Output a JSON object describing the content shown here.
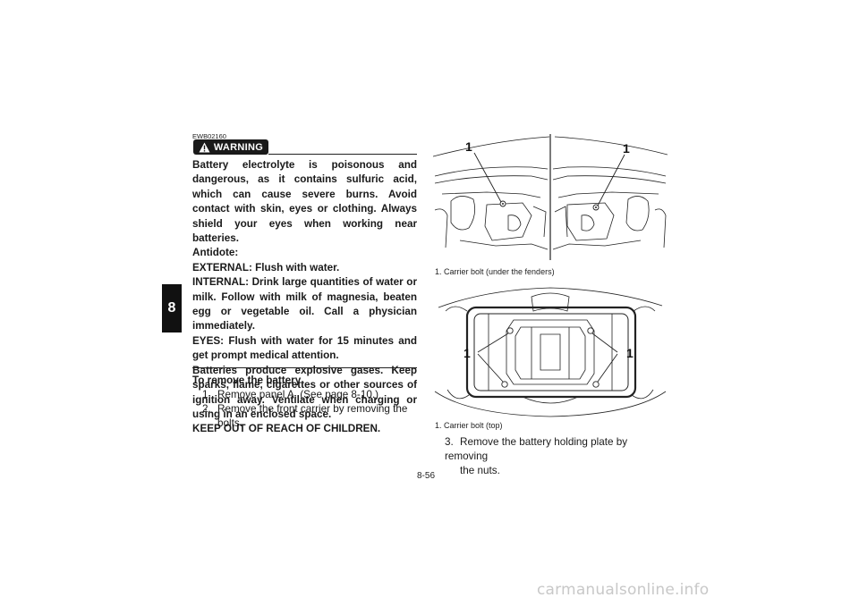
{
  "chapter": {
    "tab_label": "8"
  },
  "warning": {
    "code": "EWB02160",
    "badge_label": "WARNING",
    "paragraphs": [
      "Battery electrolyte is poisonous and dangerous, as it contains sulfuric acid, which can cause severe burns. Avoid contact with skin, eyes or clothing. Always shield your eyes when working near batteries.",
      "Antidote:",
      "EXTERNAL: Flush with water.",
      "INTERNAL: Drink large quantities of water or milk. Follow with milk of magnesia, beaten egg or vegetable oil. Call a physician immediately.",
      "EYES: Flush with water for 15 minutes and get prompt medical attention.",
      "Batteries produce explosive gases. Keep sparks, flame, cigarettes or other sources of ignition away. Ventilate when charging or using in an enclosed space.",
      "KEEP OUT OF REACH OF CHILDREN."
    ]
  },
  "procedure": {
    "heading": "To remove the battery",
    "steps": [
      {
        "num": "1.",
        "text": "Remove panel A. (See page 8-10.)"
      },
      {
        "num": "2.",
        "text_line1": "Remove the front carrier by removing the",
        "text_line2": "bolts."
      },
      {
        "num": "3.",
        "text_line1": "Remove the battery holding plate by removing",
        "text_line2": "the nuts."
      }
    ]
  },
  "figures": {
    "top": {
      "callout_left": "1",
      "callout_right": "1",
      "caption": "1.  Carrier bolt (under the fenders)"
    },
    "bottom": {
      "callout_left": "1",
      "callout_right": "1",
      "caption": "1.  Carrier bolt (top)"
    }
  },
  "page_number": "8-56",
  "watermark": "carmanualsonline.info"
}
